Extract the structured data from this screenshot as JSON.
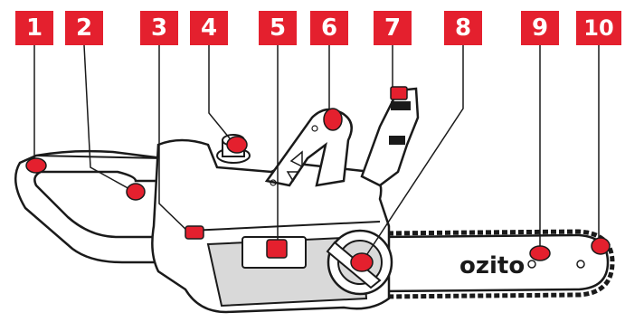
{
  "labels": [
    "1",
    "2",
    "3",
    "4",
    "5",
    "6",
    "7",
    "8",
    "9",
    "10"
  ],
  "brand": "ozito",
  "colors": {
    "callout": "#e4202e",
    "outline": "#1a1a1a",
    "body": "#ffffff",
    "shade": "#d9d9d9"
  }
}
